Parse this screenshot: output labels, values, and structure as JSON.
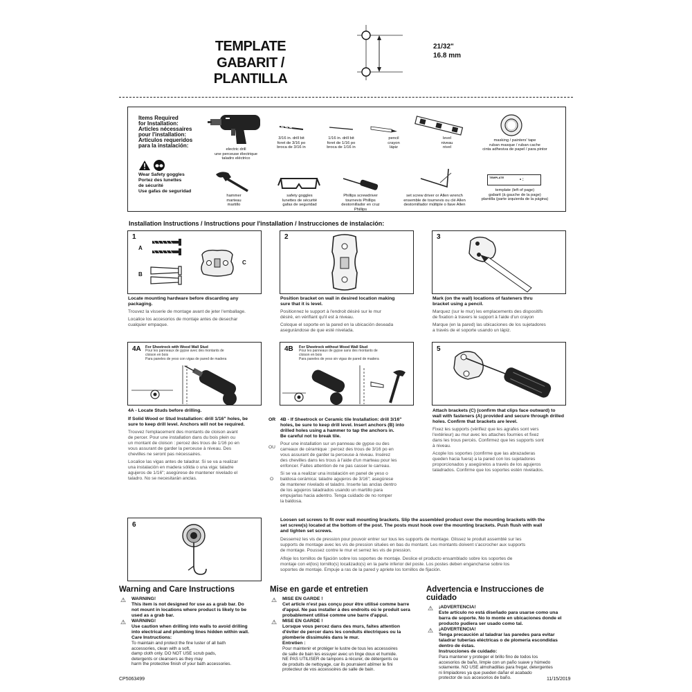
{
  "template": {
    "title_en": "TEMPLATE",
    "title_fr_es": "GABARIT / PLANTILLA",
    "dim_in": "21/32\"",
    "dim_mm": "16.8 mm"
  },
  "items_box": {
    "heading": [
      "Items Required",
      "for Installation:",
      "Articles nécessaires",
      "pour l'installation:",
      "Artículos requeridos",
      "para la instalación:"
    ],
    "safety": [
      "Wear Safety goggles",
      "Portez des lunettes",
      "de sécurité",
      "Use gafas de seguridad"
    ],
    "drill": [
      "electric drill",
      "une perceuse électrique",
      "taladro eléctrico"
    ],
    "bit316": [
      "3/16 in. drill bit",
      "foret de 3/16 po",
      "broca de 3/16 in"
    ],
    "bit116": [
      "1/16 in. drill bit",
      "foret de 1/16 po",
      "broca de 1/16 in"
    ],
    "pencil": [
      "pencil",
      "crayon",
      "lápiz"
    ],
    "level": [
      "level",
      "niveau",
      "nivel"
    ],
    "tape": [
      "masking / painters' tape",
      "ruban masque / ruban cache",
      "cinta adhesiva de papel / para pintor"
    ],
    "hammer": [
      "hammer",
      "marteau",
      "martillo"
    ],
    "goggles": [
      "safety goggles",
      "lunettes de sécurité",
      "gafas de seguridad"
    ],
    "phillips": [
      "Phillips screwdriver",
      "tournevis Phillips",
      "destornillador en cruz Phillips"
    ],
    "allen": [
      "set screw driver or Allen wrench",
      "ensemble de tournevis ou clé Allen",
      "destornillador múltiple o llave Allen"
    ],
    "templ": [
      "template (left of page)",
      "gabarit (à gauche de la page)",
      "plantilla (parte izquierda de la página)"
    ],
    "templ_label": "TEMPLATE"
  },
  "instructions_heading": "Installation Instructions / Instructions pour l'installation / Instrucciones de instalación:",
  "steps": {
    "s1": {
      "num": "1",
      "a": "A",
      "b": "B",
      "c": "C",
      "bold": [
        "Locate mounting hardware before discarding any",
        "packaging."
      ],
      "fr": [
        "Trouvez la visserie de montage avant de jeter l'emballage."
      ],
      "es": [
        "Localice los accesorios de montaje antes de desechar",
        "cualquier empaque."
      ]
    },
    "s2": {
      "num": "2",
      "bold": [
        "Position bracket on wall in desired location making",
        "sure that it is level."
      ],
      "fr": [
        "Positionnez le support à l'endroit désiré sur le mur",
        "désiré, en vérifiant qu'il est à niveau."
      ],
      "es": [
        "Coloque el soporte en la pared en la ubicación deseada",
        "asegurándose de que esté nivelada."
      ]
    },
    "s3": {
      "num": "3",
      "bold": [
        "Mark (on the wall) locations of fasteners thru",
        "bracket using a pencil."
      ],
      "fr": [
        "Marquez (sur le mur) les emplacements des dispositifs",
        "de fixation à travers le support à l'aide d'un crayon"
      ],
      "es": [
        "Marque (en la pared) las ubicaciones de los sujetadores",
        "a través de el soporte usando un lápiz."
      ]
    },
    "s4a": {
      "num": "4A",
      "head": [
        "For Sheetrock with Wood Wall Stud",
        "Pour les panneaux de gypse avec des montants de",
        "cloison en bois",
        "Para paneles de yeso con vigas de pared de madera"
      ],
      "locate": "4A - Locate Studs before drilling.",
      "bold": [
        "If Solid Wood or Stud Installation: drill 1/16\" holes, be",
        "sure to keep drill level. Anchors will not be required."
      ],
      "fr": [
        "Trouvez l'emplacement des montants de cloison avant",
        "de percer. Pour une installation dans du bois plein ou",
        "un montant de cloison : percez des trous de 1/16 po en",
        "vous assurant de garder la perceuse à niveau.  Des",
        "chevilles ne seront pas nécessaires."
      ],
      "es": [
        "Localice las vigas antes de taladrar. Si se va a realizar",
        "una instalación en madera sólida o una viga: taladre",
        "agujeros de 1/16\"; asegúrese de mantener nivelado el",
        "taladro. No se necesitarán anclas."
      ]
    },
    "s4b": {
      "num": "4B",
      "head": [
        "For Sheetrock without Wood Wall Stud",
        "Pour les panneaux de gypse sans des montants de",
        "cloison en bois",
        "Para paneles de yeso sin vigas de pared de madera"
      ],
      "or1": "OR",
      "bold": [
        "4B - If Sheetrock or Ceramic tile Installation: drill 3/16\"",
        "holes, be sure to keep drill level. Insert anchors (B) into",
        "drilled holes using a hammer to tap the anchors in.",
        "Be careful not to break tile."
      ],
      "ou": "OU",
      "fr": [
        "Pour une installation sur un panneau de gypse ou des",
        "carreaux de céramique : percez des trous de 3/16 po en",
        "vous assurant de garder la perceuse à niveau.  Insérez",
        "des chevilles dans les trous à l'aide d'un marteau pour les",
        "enfoncer. Faites attention de ne pas casser le carreau."
      ],
      "o": "O",
      "es": [
        "Si se va a realizar una instalación en panel de yeso o",
        "baldosa cerámica: taladre agujeros de 3/16\"; asegúrese",
        "de mantener nivelado el taladro. Inserte las anclas dentro",
        "de los agujeros taladrados usando un martillo para",
        "empujarlas hacia adentro.  Tenga cuidado de no romper",
        "la baldosa."
      ]
    },
    "s5": {
      "num": "5",
      "bold": [
        "Attach brackets (C) (confirm that clips face outward) to",
        "wall with fasteners (A) provided and secure through drilled",
        "holes. Confirm that brackets are level."
      ],
      "fr": [
        "Fixez les supports (vérifiez que les agrafes sont vers",
        "l'extérieur) au mur avec les attaches fournies et fixez",
        "dans les trous percés.  Confirmez que les supports sont",
        "à niveau."
      ],
      "es": [
        "Acople los soportes (confirme que las abrazaderas",
        "queden hacia fuera) a la pared con los sujetadores",
        "proporcionados y asegúrelos a través de los agujeros",
        "taladrados. Confirme que los soportes estén nivelados."
      ]
    },
    "s6": {
      "num": "6",
      "bold": [
        "Loosen set screws to fit over wall mounting brackets. Slip the assembled product over the mounting brackets with the",
        "set screw(s) located at the bottom of the post. The posts must hook over the mounting brackets. Push flush with wall",
        "and tighten set screws."
      ],
      "fr": [
        "Desserrez les vis de pression pour pouvoir entrer sur tous les supports de montage.  Glissez le produit assemblé sur les",
        "supports de montage avec les vis de pression situées en bas du montant.  Les montants doivent s'accrocher aux supports",
        "de montage.  Poussez contre le mur et serrez les vis de pression."
      ],
      "es": [
        "Afloje los tornillos de fijación sobre los soportes de montaje. Deslice el producto ensamblado sobre los soportes de",
        "montaje con el(los) tornillo(s) localizado(s) en la parte inferior del poste. Los postes deben engancharse sobre los",
        "soportes de montaje. Empuje a ras de la pared y apriete los tornillos de fijación."
      ]
    }
  },
  "warnings": {
    "en": {
      "title": "Warning and Care Instructions",
      "w1_label": "WARNING!",
      "w1": [
        "This item is not designed for use as a grab bar. Do",
        "not mount in locations where product is likely to be",
        "used as a grab bar."
      ],
      "w2_label": "WARNING!",
      "w2": [
        "Use caution when drilling into walls to avoid drilling",
        "into electrical and plumbing lines hidden within wall."
      ],
      "care_label": "Care Instructions:",
      "care": [
        "To maintain and protect the fine luster of all bath",
        "accessories, clean with a soft,",
        "damp cloth only. DO NOT USE scrub pads,",
        "detergents or cleansers as they may",
        "harm the protective finish of your bath accessories."
      ]
    },
    "fr": {
      "title": "Mise en garde et entretien",
      "w1_label": "MISE EN GARDE !",
      "w1": [
        "Cet article n'est pas conçu pour être utilisé comme barre",
        "d'appui. Ne pas installer à des endroits où le produit sera",
        "probablement utilisé comme une barre d'appui."
      ],
      "w2_label": "MISE EN GARDE !",
      "w2": [
        "Lorsque vous percez dans des murs, faites attention",
        "d'éviter de percer dans les conduits électriques ou la",
        "plomberie dissimulés dans le mur."
      ],
      "care_label": "Entretien :",
      "care": [
        "Pour maintenir et protéger le lustre de tous les accessoires",
        "de salle de bain les essuyer avec un linge doux et humide.",
        "NE PAS UTILISER de tampons à récurer, de détergents ou",
        "de produits de nettoyage, car ils pourraient abîmer le fini",
        "protecteur de vos accessoires de salle de bain."
      ]
    },
    "es": {
      "title": "Advertencia e Instrucciones de cuidado",
      "w1_label": "¡ADVERTENCIA!",
      "w1": [
        "Este artículo no está diseñado para usarse como una",
        "barra de soporte. No lo monte en ubicaciones donde el",
        "producto pudiera ser usado como tal."
      ],
      "w2_label": "¡ADVERTENCIA!",
      "w2": [
        "Tenga precaución al taladrar las paredes para evitar",
        "taladrar tuberías eléctricas o de plomería escondidas",
        "dentro de éstas."
      ],
      "care_label": "Instrucciones de cuidado:",
      "care": [
        "Para mantener y proteger el brillo fino de todos los",
        "accesorios de baño, limpie con un paño suave y húmedo",
        "solamente. NO USE almohadillas para fregar, detergentes",
        "ni limpiadores ya que pueden dañar el acabado",
        "protector de sus accesorios de baño."
      ]
    }
  },
  "footer": {
    "code": "CP5063499",
    "date": "11/15/2019"
  }
}
